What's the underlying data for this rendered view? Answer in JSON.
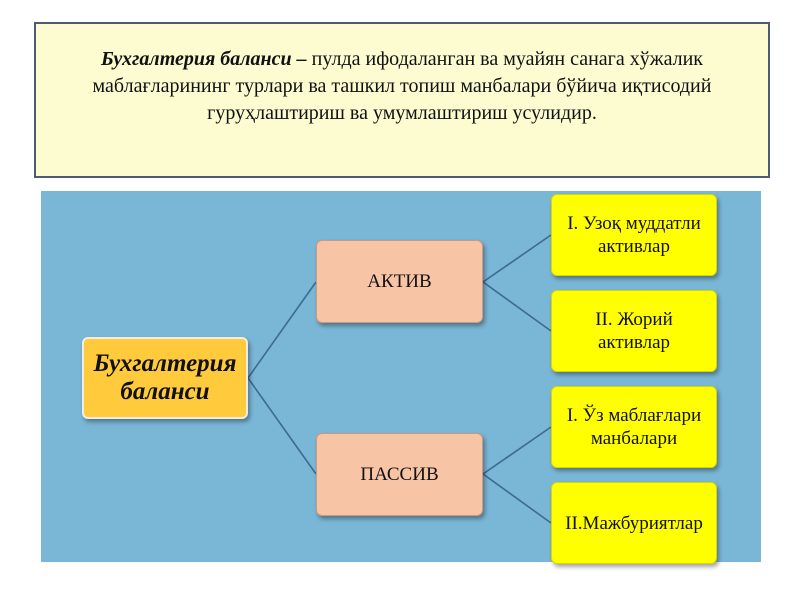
{
  "definition": {
    "term": "Бухгалтерия баланси –",
    "text": " пулда ифодаланган ва муайян санага хўжалик маблағларининг турлари ва ташкил топиш манбалари бўйича иқтисодий гуруҳлаштириш ва умумлаштириш усулидир."
  },
  "diagram": {
    "root": {
      "line1": "Бухгалтерия",
      "line2": "баланси"
    },
    "aktiv": {
      "label": "АКТИВ",
      "children": [
        {
          "line1": "I. Узоқ муддатли",
          "line2": "активлар"
        },
        {
          "line1": "II. Жорий",
          "line2": "активлар"
        }
      ]
    },
    "passiv": {
      "label": "ПАССИВ",
      "children": [
        {
          "line1": "I. Ўз маблағлари",
          "line2": "манбалари"
        },
        {
          "line1": "II.Мажбуриятлар",
          "line2": ""
        }
      ]
    }
  }
}
